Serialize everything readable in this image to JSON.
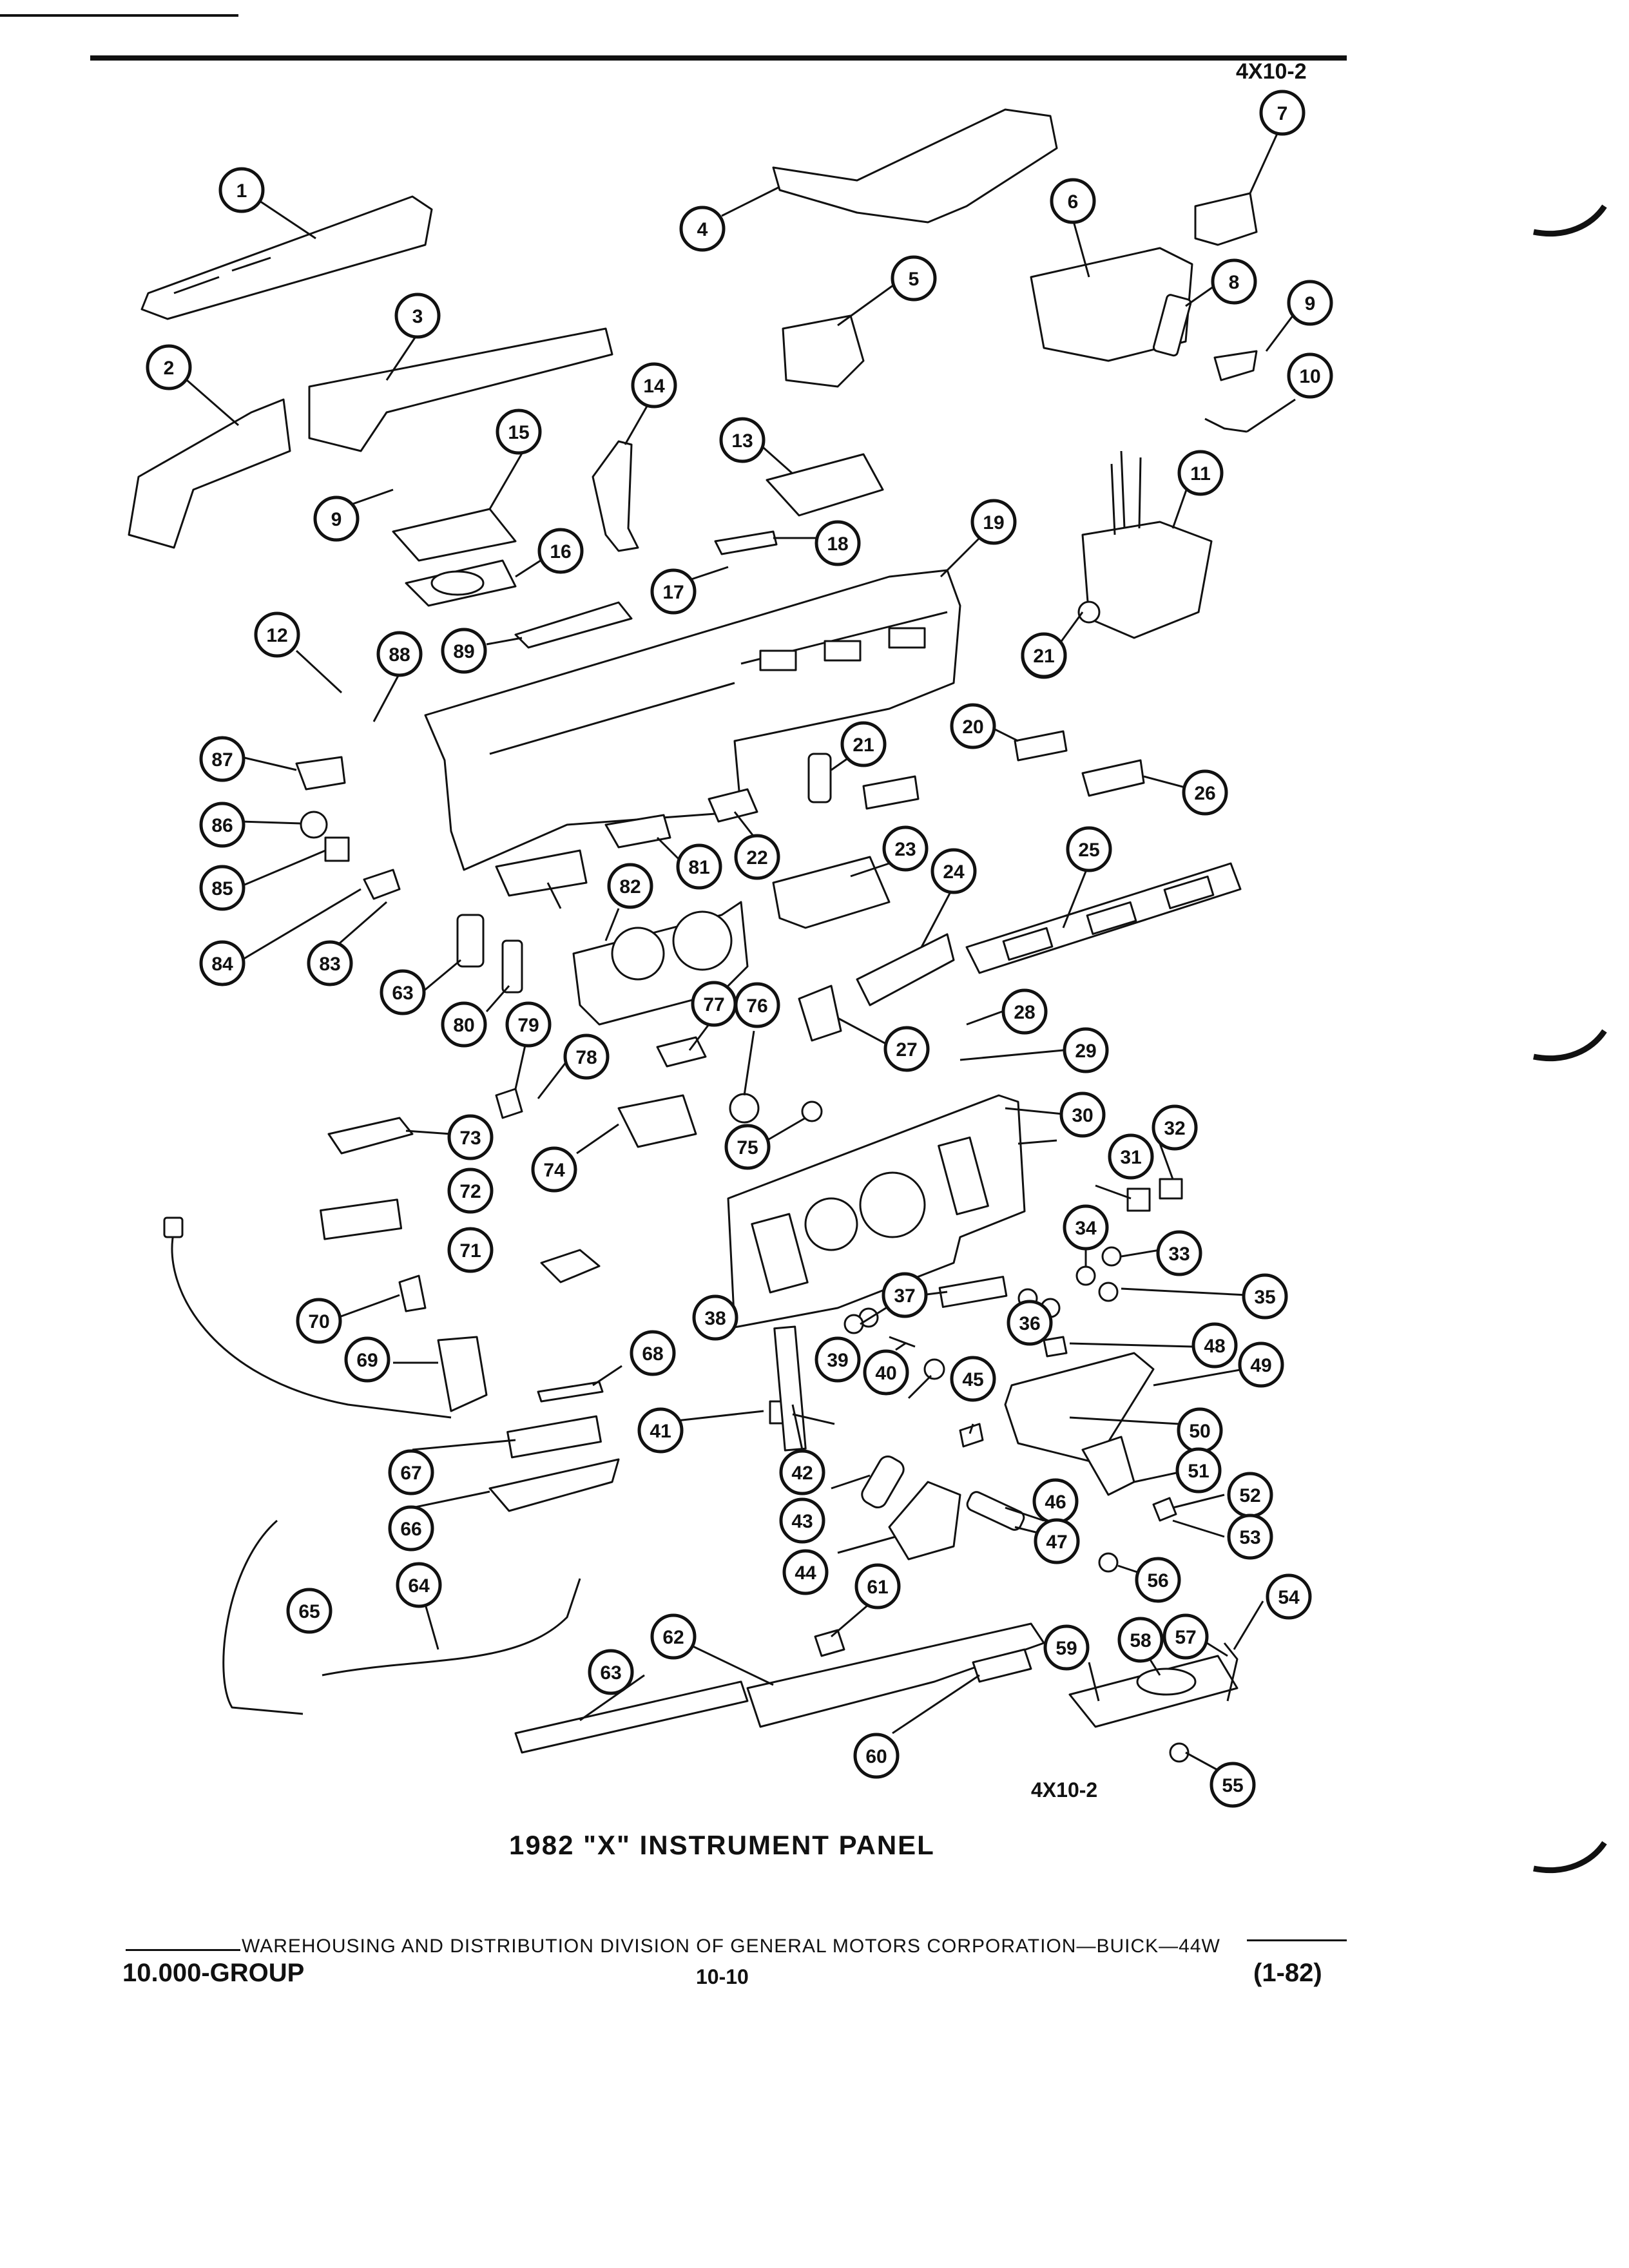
{
  "header": {
    "code_top": "4X10-2"
  },
  "diagram": {
    "code_bottom": "4X10-2",
    "title": "1982 \"X\" INSTRUMENT PANEL",
    "callouts": [
      "1",
      "2",
      "3",
      "4",
      "5",
      "6",
      "7",
      "8",
      "9",
      "10",
      "11",
      "12",
      "13",
      "14",
      "15",
      "16",
      "17",
      "18",
      "19",
      "20",
      "21",
      "22",
      "23",
      "24",
      "25",
      "26",
      "27",
      "28",
      "29",
      "30",
      "31",
      "32",
      "33",
      "34",
      "35",
      "36",
      "37",
      "38",
      "39",
      "40",
      "41",
      "42",
      "43",
      "44",
      "45",
      "46",
      "47",
      "48",
      "49",
      "50",
      "51",
      "52",
      "53",
      "54",
      "55",
      "56",
      "57",
      "58",
      "59",
      "60",
      "61",
      "62",
      "63",
      "64",
      "65",
      "66",
      "67",
      "68",
      "69",
      "70",
      "71",
      "72",
      "73",
      "74",
      "75",
      "76",
      "77",
      "78",
      "79",
      "80",
      "81",
      "82",
      "83",
      "84",
      "85",
      "86",
      "87",
      "88",
      "89",
      "9",
      "12",
      "21",
      "63"
    ]
  },
  "footer": {
    "line": "WAREHOUSING AND DISTRIBUTION  DIVISION OF GENERAL MOTORS CORPORATION—BUICK—44W",
    "group": "10.000-GROUP",
    "page": "10-10",
    "date": "(1-82)"
  },
  "colors": {
    "ink": "#111111",
    "paper": "#ffffff"
  }
}
